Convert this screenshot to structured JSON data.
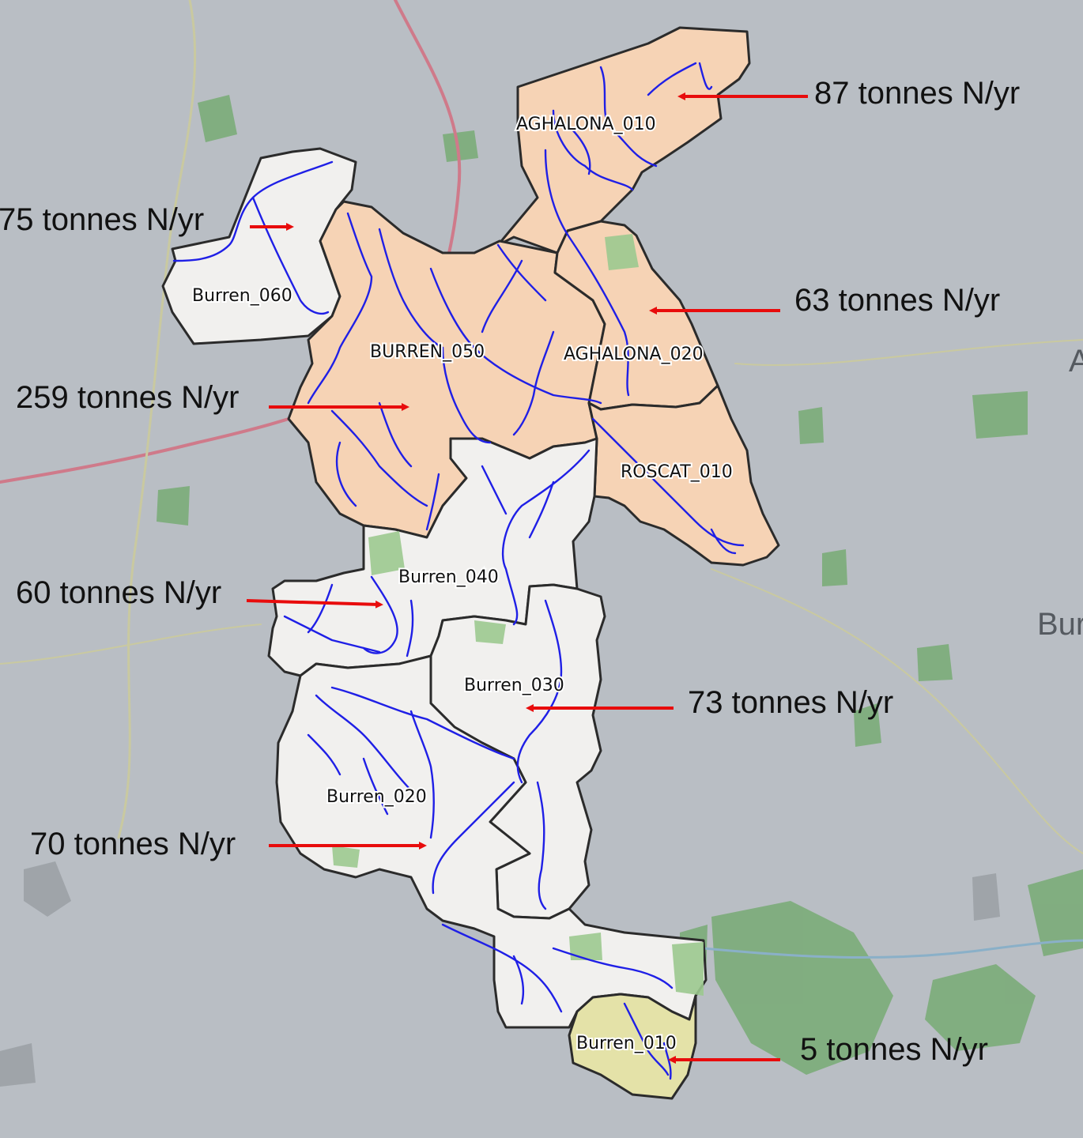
{
  "colors": {
    "background": "#b9bec4",
    "catchment_high": "#f6d3b5",
    "catchment_low": "#f1f0ee",
    "catchment_forest": "#e4e2a8",
    "boundary": "#2b2b2b",
    "river": "#1f1fe6",
    "arrow": "#e80c0c",
    "woodland": "#6fa86a"
  },
  "subcatchments": [
    {
      "id": "aghalona_010",
      "name": "AGHALONA_010",
      "fill": "high"
    },
    {
      "id": "burren_060",
      "name": "Burren_060",
      "fill": "low"
    },
    {
      "id": "burren_050",
      "name": "BURREN_050",
      "fill": "high"
    },
    {
      "id": "aghalona_020",
      "name": "AGHALONA_020",
      "fill": "high"
    },
    {
      "id": "roscat_010",
      "name": "ROSCAT_010",
      "fill": "high"
    },
    {
      "id": "burren_040",
      "name": "Burren_040",
      "fill": "low"
    },
    {
      "id": "burren_030",
      "name": "Burren_030",
      "fill": "low"
    },
    {
      "id": "burren_020",
      "name": "Burren_020",
      "fill": "low"
    },
    {
      "id": "burren_010",
      "name": "Burren_010",
      "fill": "forest"
    }
  ],
  "loads": [
    {
      "target": "AGHALONA_010",
      "label": "87 tonnes N/yr"
    },
    {
      "target": "Burren_060",
      "label": "75 tonnes N/yr"
    },
    {
      "target": "AGHALONA_020",
      "label": "63 tonnes N/yr"
    },
    {
      "target": "BURREN_050",
      "label": "259 tonnes N/yr"
    },
    {
      "target": "Burren_040",
      "label": "60 tonnes N/yr"
    },
    {
      "target": "Burren_030",
      "label": "73 tonnes N/yr"
    },
    {
      "target": "Burren_020",
      "label": "70 tonnes N/yr"
    },
    {
      "target": "Burren_010",
      "label": "5 tonnes N/yr"
    }
  ],
  "edge_labels": [
    {
      "id": "right_upper",
      "text": "A"
    },
    {
      "id": "right_mid",
      "text": "Bur"
    }
  ]
}
